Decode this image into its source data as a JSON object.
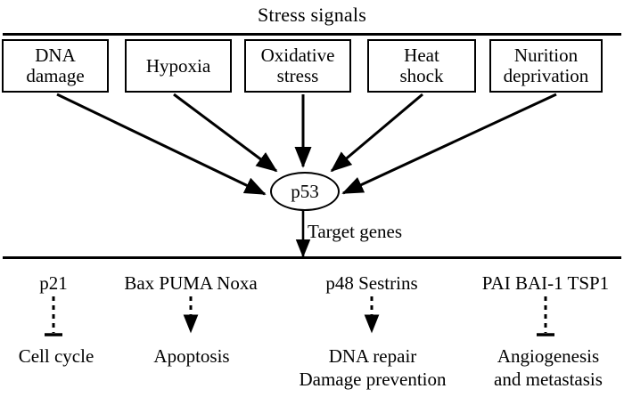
{
  "diagram": {
    "title": "Stress signals",
    "hub": {
      "label": "p53",
      "outflow_label": "Target genes"
    },
    "stressors": [
      {
        "id": "dna-damage",
        "line1": "DNA",
        "line2": "damage"
      },
      {
        "id": "hypoxia",
        "line1": "Hypoxia",
        "line2": ""
      },
      {
        "id": "oxidative-stress",
        "line1": "Oxidative",
        "line2": "stress"
      },
      {
        "id": "heat-shock",
        "line1": "Heat",
        "line2": "shock"
      },
      {
        "id": "nurition-deprivation",
        "line1": "Nurition",
        "line2": "deprivation"
      }
    ],
    "effectors": [
      {
        "id": "cell-cycle",
        "genes": "p21",
        "connector": "inhibition",
        "outcome_line1": "Cell cycle",
        "outcome_line2": ""
      },
      {
        "id": "apoptosis",
        "genes": "Bax PUMA Noxa",
        "connector": "activation",
        "outcome_line1": "Apoptosis",
        "outcome_line2": ""
      },
      {
        "id": "dna-repair",
        "genes": "p48 Sestrins",
        "connector": "activation",
        "outcome_line1": "DNA repair",
        "outcome_line2": "Damage prevention"
      },
      {
        "id": "angiogenesis",
        "genes": "PAI BAI-1 TSP1",
        "connector": "inhibition",
        "outcome_line1": "Angiogenesis",
        "outcome_line2": "and metastasis"
      }
    ],
    "colors": {
      "stroke": "#000000",
      "background": "#ffffff"
    }
  }
}
